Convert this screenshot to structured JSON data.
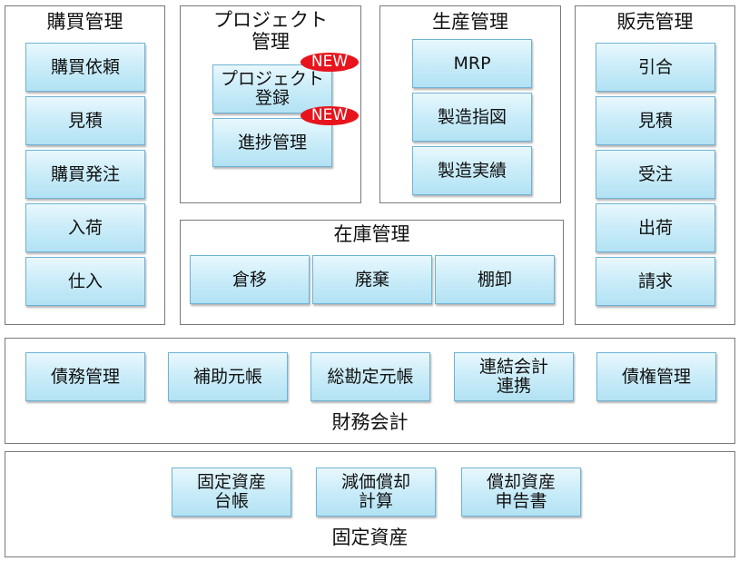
{
  "purchasing": {
    "title": "購買管理",
    "items": [
      "購買依頼",
      "見積",
      "購買発注",
      "入荷",
      "仕入"
    ]
  },
  "project": {
    "title": "プロジェクト\n管理",
    "items": [
      "プロジェクト\n登録",
      "進捗管理"
    ],
    "badge": "NEW"
  },
  "production": {
    "title": "生産管理",
    "items": [
      "MRP",
      "製造指図",
      "製造実績"
    ]
  },
  "sales": {
    "title": "販売管理",
    "items": [
      "引合",
      "見積",
      "受注",
      "出荷",
      "請求"
    ]
  },
  "inventory": {
    "title": "在庫管理",
    "items": [
      "倉移",
      "廃棄",
      "棚卸"
    ]
  },
  "financial": {
    "title": "財務会計",
    "items": [
      "債務管理",
      "補助元帳",
      "総勘定元帳",
      "連結会計\n連携",
      "債権管理"
    ]
  },
  "fixed_assets": {
    "title": "固定資産",
    "items": [
      "固定資産\n台帳",
      "減価償却\n計算",
      "償却資産\n申告書"
    ]
  },
  "colors": {
    "button_fill": "#ccedf9",
    "button_border": "#6fb3d6",
    "badge_fill": "#e8141d",
    "panel_border": "#7a7a7a"
  }
}
